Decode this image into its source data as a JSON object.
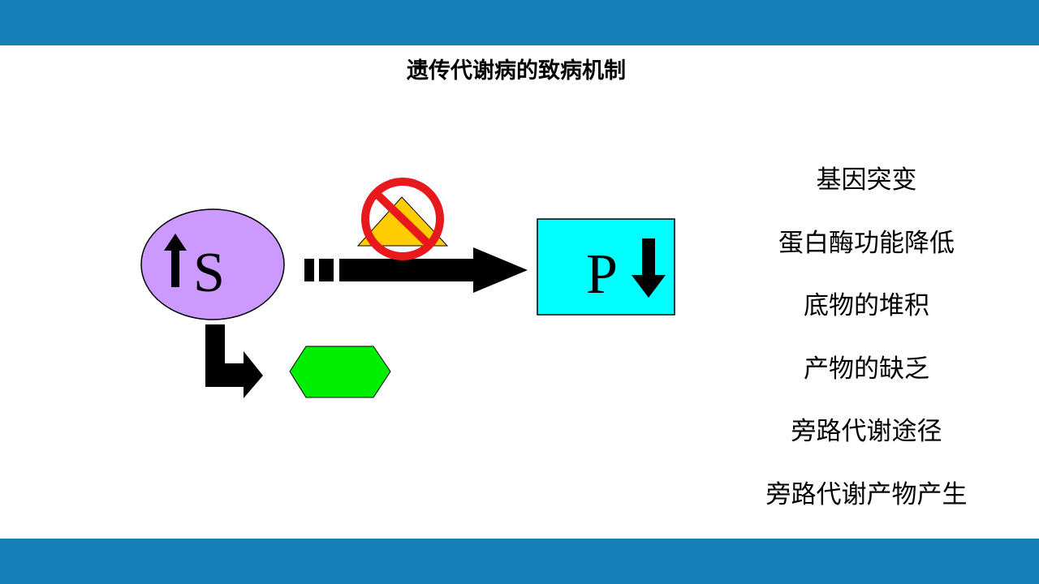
{
  "colors": {
    "band": "#1580b8",
    "substrate_fill": "#cc99ff",
    "product_fill": "#00ffff",
    "side_product_fill": "#00ee00",
    "arrow": "#000000",
    "block_red": "#e8191c",
    "block_yellow": "#ffcc00"
  },
  "title": "遗传代谢病的致病机制",
  "diagram": {
    "substrate_label": "S",
    "product_label": "P",
    "substrate_trend": "up-arrow-icon",
    "product_trend": "down-arrow-icon",
    "blocked_step_icon": "prohibited-sign-icon"
  },
  "steps": [
    {
      "label": "基因突变"
    },
    {
      "label": "蛋白酶功能降低"
    },
    {
      "label": "底物的堆积"
    },
    {
      "label": "产物的缺乏"
    },
    {
      "label": "旁路代谢途径"
    },
    {
      "label": "旁路代谢产物产生"
    }
  ]
}
